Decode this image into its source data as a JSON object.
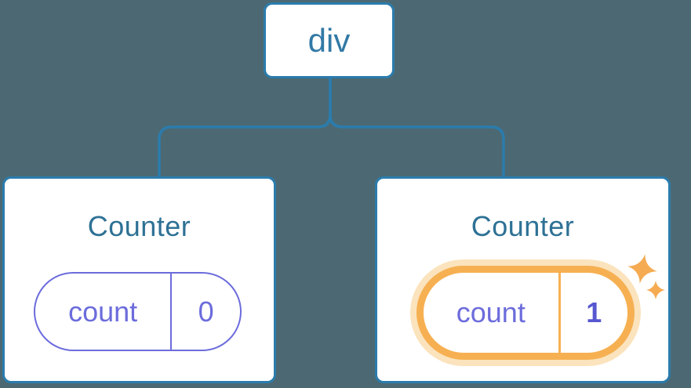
{
  "background_color": "#4C6973",
  "colors": {
    "node_border_blue": "#2B7CAD",
    "root_label_text": "#3279A6",
    "card_title_text": "#2E7195",
    "state_purple": "#6C6CDC",
    "state_value_bold_purple": "#5757D1",
    "highlight_orange": "#F6B052",
    "highlight_halo_orange": "#FBE3BD",
    "sparkle_orange": "#F5AB52",
    "card_background": "#FFFFFF"
  },
  "icons": {
    "sparkle_icon": "✦"
  },
  "tree": {
    "root": {
      "label": "div"
    },
    "children": [
      {
        "title": "Counter",
        "state": {
          "key": "count",
          "value": "0"
        },
        "highlighted": false
      },
      {
        "title": "Counter",
        "state": {
          "key": "count",
          "value": "1"
        },
        "highlighted": true
      }
    ]
  }
}
